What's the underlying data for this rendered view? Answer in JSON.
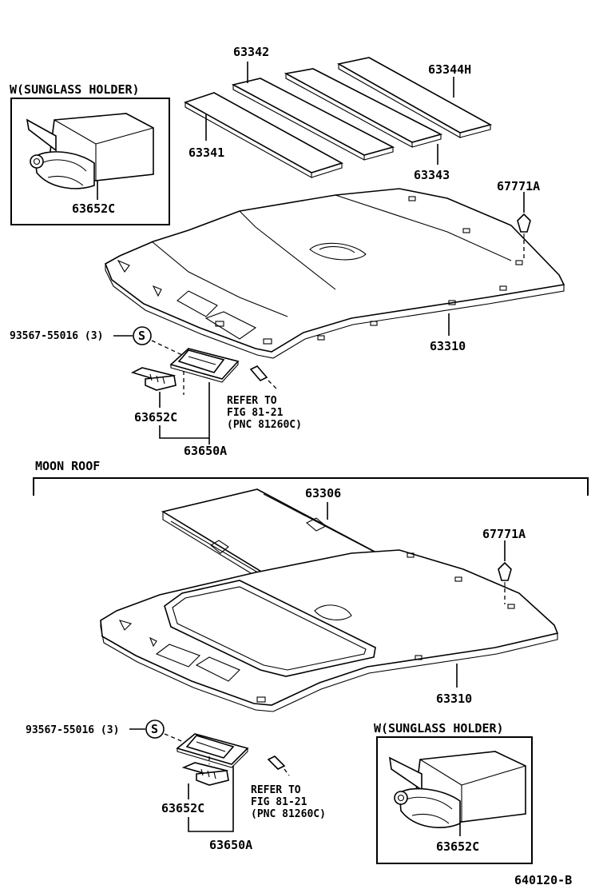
{
  "top": {
    "inset": {
      "title": "W(SUNGLASS HOLDER)",
      "part": "63652C"
    },
    "parts": {
      "pad1": "63341",
      "pad2": "63342",
      "pad3": "63343",
      "pad4": "63344H",
      "clip": "67771A",
      "headliner": "63310",
      "screw": "93567-55016 (3)",
      "screw_symbol": "S",
      "holder": "63652C",
      "lamp": "63650A",
      "refer1": "REFER TO",
      "refer2": "FIG 81-21",
      "refer3": "(PNC 81260C)"
    }
  },
  "moonroof": {
    "section_title": "MOON ROOF",
    "parts": {
      "sunshade": "63306",
      "clip": "67771A",
      "headliner": "63310",
      "screw": "93567-55016 (3)",
      "screw_symbol": "S",
      "holder": "63652C",
      "lamp": "63650A",
      "refer1": "REFER TO",
      "refer2": "FIG 81-21",
      "refer3": "(PNC 81260C)"
    },
    "inset": {
      "title": "W(SUNGLASS HOLDER)",
      "part": "63652C"
    }
  },
  "figure_code": "640120-B"
}
